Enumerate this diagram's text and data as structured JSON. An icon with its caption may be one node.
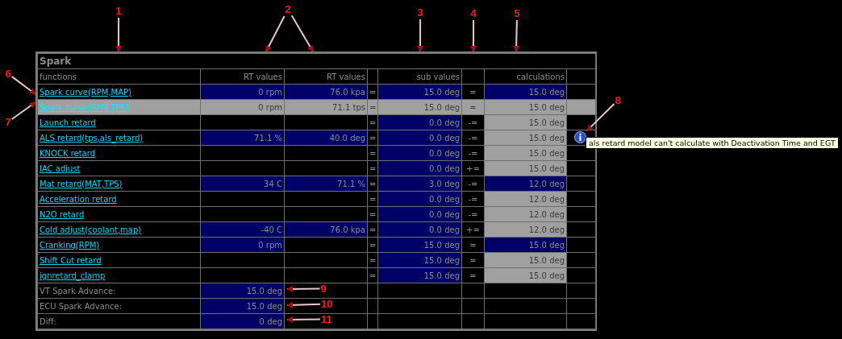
{
  "diagram": {
    "nodes": [
      {
        "text": [
          "1"
        ]
      },
      {
        "text": [
          "2"
        ]
      },
      {
        "text": [
          "3"
        ]
      },
      {
        "text": [
          "4"
        ]
      },
      {
        "text": [
          "5"
        ]
      },
      {
        "text": [
          "Spark"
        ]
      },
      {
        "text": [
          "6"
        ]
      },
      {
        "text": [
          "7"
        ]
      },
      {
        "text": [
          "8"
        ]
      },
      {
        "text": [],
        "shape": "picture",
        "in": 5
      },
      {
        "text": [
          "als retard model can't calculate with Deactivation Time and EGT"
        ]
      },
      {
        "text": [
          "9"
        ],
        "in": 5
      },
      {
        "text": [
          "10"
        ],
        "in": 5
      },
      {
        "text": [
          "11"
        ],
        "in": 5
      }
    ],
    "edges": [
      {
        "from": 0,
        "to": 5,
        "arrow": "to"
      },
      {
        "from": 1,
        "to": 5,
        "arrow": "to"
      },
      {
        "from": 1,
        "to": 5,
        "arrow": "to"
      },
      {
        "from": 2,
        "to": 5,
        "arrow": "to"
      },
      {
        "from": 3,
        "to": 5,
        "arrow": "to"
      },
      {
        "from": 4,
        "to": 5,
        "arrow": "to"
      },
      {
        "from": 6,
        "to": 5,
        "arrow": "to"
      },
      {
        "from": 7,
        "to": 5,
        "arrow": "to"
      },
      {
        "from": 8,
        "to": 9,
        "arrow": "to"
      },
      {
        "from": 11,
        "to": 5,
        "arrow": "to"
      },
      {
        "from": 12,
        "to": 5,
        "arrow": "to"
      },
      {
        "from": 13,
        "to": 5,
        "arrow": "to"
      }
    ],
    "labels": [
      "functions",
      "RT values",
      "RT values",
      "sub values",
      "calculations",
      "Spark curve(RPM,MAP)",
      "0 rpm",
      "76.0 kpa",
      "=",
      "15.0 deg",
      "=",
      "15.0 deg",
      "Spark curve(RPM,TPS)",
      "0 rpm",
      "71.1 tps",
      "=",
      "15.0 deg",
      "=",
      "15.0 deg",
      "Launch retard",
      "=",
      "0.0 deg",
      "-=",
      "15.0 deg",
      "ALS retard(tps,als_retard)",
      "71.1 %",
      "40.0 deg",
      "=",
      "0.0 deg",
      "-=",
      "15.0 deg",
      "KNOCK retard",
      "=",
      "0.0 deg",
      "-=",
      "15.0 deg",
      "IAC adjust",
      "=",
      "0.0 deg",
      "+=",
      "15.0 deg",
      "Mat retard(MAT,TPS)",
      "34 C",
      "71.1 %",
      "=",
      "3.0 deg",
      "-=",
      "12.0 deg",
      "Acceleration retard",
      "=",
      "0.0 deg",
      "-=",
      "12.0 deg",
      "N2O retard",
      "=",
      "0.0 deg",
      "-=",
      "12.0 deg",
      "Cold adjust(coolant,map)",
      "-40 C",
      "76.0 kpa",
      "=",
      "0.0 deg",
      "+=",
      "12.0 deg",
      "Cranking(RPM)",
      "0 rpm",
      "=",
      "15.0 deg",
      "=",
      "15.0 deg",
      "Shift Cut retard",
      "=",
      "15.0 deg",
      "=",
      "15.0 deg",
      "ignretard_clamp",
      "=",
      "15.0 deg",
      "=",
      "15.0 deg",
      "VT Spark Advance:",
      "15.0 deg",
      "ECU Spark Advance:",
      "15.0 deg",
      "Diff:",
      "0 deg"
    ]
  }
}
